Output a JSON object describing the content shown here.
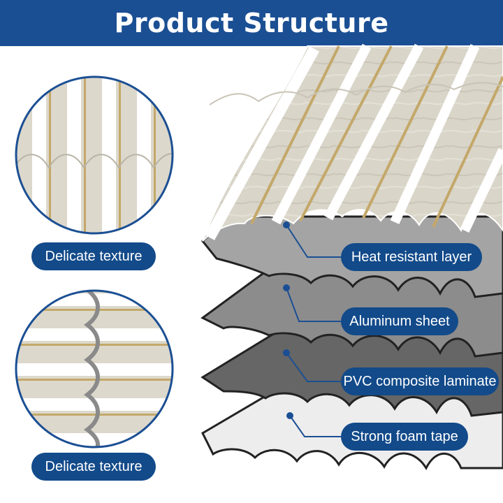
{
  "header": {
    "title": "Product Structure"
  },
  "details": [
    {
      "label": "Delicate texture"
    },
    {
      "label": "Delicate texture"
    }
  ],
  "layers": [
    {
      "label": "Heat resistant layer"
    },
    {
      "label": "Aluminum sheet"
    },
    {
      "label": "PVC composite laminate"
    },
    {
      "label": "Strong foam tape"
    }
  ],
  "colors": {
    "header_bg": "#1b4f93",
    "pill_bg": "#124a8a",
    "marble": "#d8d4c8",
    "gold_strip": "#c4a86a",
    "layer_aluminum": "#8a8a8a",
    "layer_pvc": "#6a6a6a",
    "layer_foam": "#ededed"
  }
}
